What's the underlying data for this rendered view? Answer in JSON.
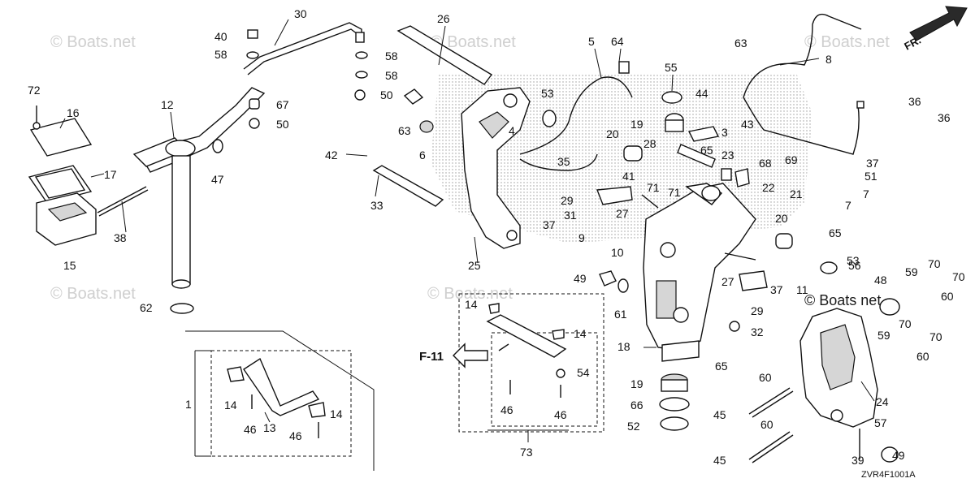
{
  "diagram": {
    "code": "ZVR4F1001A",
    "direction_label": "FR.",
    "ref_label": "F-11",
    "watermark": "© Boats.net",
    "watermark_alt": "© Boats net"
  },
  "callouts": [
    {
      "id": "c1",
      "label": "1"
    },
    {
      "id": "c3",
      "label": "3"
    },
    {
      "id": "c4",
      "label": "4"
    },
    {
      "id": "c5",
      "label": "5"
    },
    {
      "id": "c6",
      "label": "6"
    },
    {
      "id": "c7a",
      "label": "7"
    },
    {
      "id": "c7b",
      "label": "7"
    },
    {
      "id": "c8",
      "label": "8"
    },
    {
      "id": "c9",
      "label": "9"
    },
    {
      "id": "c10",
      "label": "10"
    },
    {
      "id": "c11",
      "label": "11"
    },
    {
      "id": "c12",
      "label": "12"
    },
    {
      "id": "c13",
      "label": "13"
    },
    {
      "id": "c14a",
      "label": "14"
    },
    {
      "id": "c14b",
      "label": "14"
    },
    {
      "id": "c14c",
      "label": "14"
    },
    {
      "id": "c14d",
      "label": "14"
    },
    {
      "id": "c15",
      "label": "15"
    },
    {
      "id": "c16",
      "label": "16"
    },
    {
      "id": "c17",
      "label": "17"
    },
    {
      "id": "c18",
      "label": "18"
    },
    {
      "id": "c19a",
      "label": "19"
    },
    {
      "id": "c19b",
      "label": "19"
    },
    {
      "id": "c20a",
      "label": "20"
    },
    {
      "id": "c20b",
      "label": "20"
    },
    {
      "id": "c21",
      "label": "21"
    },
    {
      "id": "c22",
      "label": "22"
    },
    {
      "id": "c23",
      "label": "23"
    },
    {
      "id": "c24",
      "label": "24"
    },
    {
      "id": "c25",
      "label": "25"
    },
    {
      "id": "c26",
      "label": "26"
    },
    {
      "id": "c27a",
      "label": "27"
    },
    {
      "id": "c27b",
      "label": "27"
    },
    {
      "id": "c28",
      "label": "28"
    },
    {
      "id": "c29a",
      "label": "29"
    },
    {
      "id": "c29b",
      "label": "29"
    },
    {
      "id": "c30",
      "label": "30"
    },
    {
      "id": "c31",
      "label": "31"
    },
    {
      "id": "c32",
      "label": "32"
    },
    {
      "id": "c33",
      "label": "33"
    },
    {
      "id": "c35",
      "label": "35"
    },
    {
      "id": "c36a",
      "label": "36"
    },
    {
      "id": "c36b",
      "label": "36"
    },
    {
      "id": "c37a",
      "label": "37"
    },
    {
      "id": "c37b",
      "label": "37"
    },
    {
      "id": "c37c",
      "label": "37"
    },
    {
      "id": "c38",
      "label": "38"
    },
    {
      "id": "c39",
      "label": "39"
    },
    {
      "id": "c40",
      "label": "40"
    },
    {
      "id": "c41",
      "label": "41"
    },
    {
      "id": "c42",
      "label": "42"
    },
    {
      "id": "c43",
      "label": "43"
    },
    {
      "id": "c44",
      "label": "44"
    },
    {
      "id": "c45a",
      "label": "45"
    },
    {
      "id": "c45b",
      "label": "45"
    },
    {
      "id": "c46a",
      "label": "46"
    },
    {
      "id": "c46b",
      "label": "46"
    },
    {
      "id": "c46c",
      "label": "46"
    },
    {
      "id": "c46d",
      "label": "46"
    },
    {
      "id": "c47",
      "label": "47"
    },
    {
      "id": "c48",
      "label": "48"
    },
    {
      "id": "c49a",
      "label": "49"
    },
    {
      "id": "c49b",
      "label": "49"
    },
    {
      "id": "c50a",
      "label": "50"
    },
    {
      "id": "c50b",
      "label": "50"
    },
    {
      "id": "c51",
      "label": "51"
    },
    {
      "id": "c52",
      "label": "52"
    },
    {
      "id": "c53a",
      "label": "53"
    },
    {
      "id": "c53b",
      "label": "53"
    },
    {
      "id": "c54",
      "label": "54"
    },
    {
      "id": "c55",
      "label": "55"
    },
    {
      "id": "c56",
      "label": "56"
    },
    {
      "id": "c57",
      "label": "57"
    },
    {
      "id": "c58a",
      "label": "58"
    },
    {
      "id": "c58b",
      "label": "58"
    },
    {
      "id": "c58c",
      "label": "58"
    },
    {
      "id": "c59a",
      "label": "59"
    },
    {
      "id": "c59b",
      "label": "59"
    },
    {
      "id": "c60a",
      "label": "60"
    },
    {
      "id": "c60b",
      "label": "60"
    },
    {
      "id": "c60c",
      "label": "60"
    },
    {
      "id": "c60d",
      "label": "60"
    },
    {
      "id": "c61",
      "label": "61"
    },
    {
      "id": "c62",
      "label": "62"
    },
    {
      "id": "c63a",
      "label": "63"
    },
    {
      "id": "c63b",
      "label": "63"
    },
    {
      "id": "c64",
      "label": "64"
    },
    {
      "id": "c65a",
      "label": "65"
    },
    {
      "id": "c65b",
      "label": "65"
    },
    {
      "id": "c65c",
      "label": "65"
    },
    {
      "id": "c66",
      "label": "66"
    },
    {
      "id": "c67",
      "label": "67"
    },
    {
      "id": "c68",
      "label": "68"
    },
    {
      "id": "c69",
      "label": "69"
    },
    {
      "id": "c70a",
      "label": "70"
    },
    {
      "id": "c70b",
      "label": "70"
    },
    {
      "id": "c70c",
      "label": "70"
    },
    {
      "id": "c70d",
      "label": "70"
    },
    {
      "id": "c71a",
      "label": "71"
    },
    {
      "id": "c71b",
      "label": "71"
    },
    {
      "id": "c72",
      "label": "72"
    },
    {
      "id": "c73",
      "label": "73"
    }
  ]
}
